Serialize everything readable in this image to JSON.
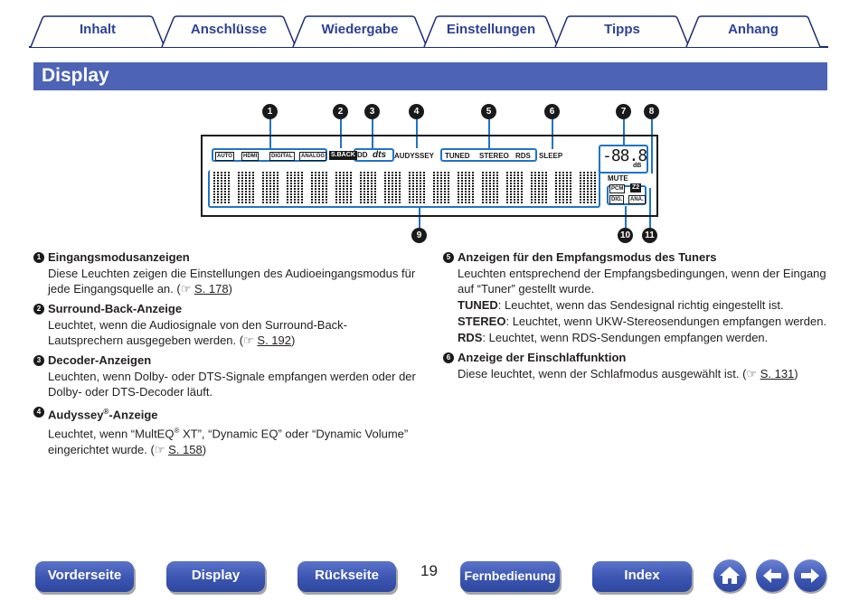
{
  "tabs": [
    {
      "label": "Inhalt"
    },
    {
      "label": "Anschlüsse"
    },
    {
      "label": "Wiedergabe"
    },
    {
      "label": "Einstellungen"
    },
    {
      "label": "Tipps"
    },
    {
      "label": "Anhang"
    }
  ],
  "section_title": "Display",
  "diagram": {
    "callouts": [
      "1",
      "2",
      "3",
      "4",
      "5",
      "6",
      "7",
      "8",
      "9",
      "10",
      "11"
    ],
    "input_labels": [
      "AUTO",
      "HDMI",
      "DIGITAL",
      "ANALOG"
    ],
    "sback": "S.BACK",
    "decoder_dolby": "DD",
    "decoder_dts": "dts",
    "audyssey": "AUDYSSEY",
    "tuner_labels": [
      "TUNED",
      "STEREO",
      "RDS"
    ],
    "sleep": "SLEEP",
    "volume_readout": "-88.8",
    "volume_unit": "dB",
    "mute": "MUTE",
    "pcm": "PCM",
    "z2": "Z2",
    "dig": "DIG.",
    "ana": "ANA."
  },
  "left_column": [
    {
      "num": "1",
      "title": "Eingangsmodusanzeigen",
      "body": "Diese Leuchten zeigen die Einstellungen des Audioeingangsmodus für jede Eingangsquelle an.",
      "ref": "S. 178"
    },
    {
      "num": "2",
      "title": "Surround-Back-Anzeige",
      "body": "Leuchtet, wenn die Audiosignale von den Surround-Back-Lautsprechern ausgegeben werden.",
      "ref": "S. 192"
    },
    {
      "num": "3",
      "title": "Decoder-Anzeigen",
      "body": "Leuchten, wenn Dolby- oder DTS-Signale empfangen werden oder der Dolby- oder DTS-Decoder läuft."
    },
    {
      "num": "4",
      "title_pre": "Audyssey",
      "title_sup": "®",
      "title_post": "-Anzeige",
      "body_pre": "Leuchtet, wenn “MultEQ",
      "body_sup": "®",
      "body_post": " XT”, “Dynamic EQ” oder “Dynamic Volume” eingerichtet wurde.",
      "ref": "S. 158"
    }
  ],
  "right_column": [
    {
      "num": "5",
      "title": "Anzeigen für den Empfangsmodus des Tuners",
      "body": "Leuchten entsprechend der Empfangsbedingungen, wenn der Eingang auf “Tuner” gestellt wurde.",
      "subs": [
        {
          "term": "TUNED",
          "text": ": Leuchtet, wenn das Sendesignal richtig eingestellt ist."
        },
        {
          "term": "STEREO",
          "text": ": Leuchtet, wenn UKW-Stereosendungen empfangen werden."
        },
        {
          "term": "RDS",
          "text": ": Leuchtet, wenn RDS-Sendungen empfangen werden."
        }
      ]
    },
    {
      "num": "6",
      "title": "Anzeige der Einschlaffunktion",
      "body": "Diese leuchtet, wenn der Schlafmodus ausgewählt ist.",
      "ref": "S. 131"
    }
  ],
  "bottom_nav": {
    "buttons": [
      "Vorderseite",
      "Display",
      "Rückseite",
      "Fernbedienung",
      "Index"
    ],
    "page_number": "19",
    "home_icon": "home-icon",
    "back_icon": "arrow-left-icon",
    "forward_icon": "arrow-right-icon"
  },
  "colors": {
    "brand_blue": "#4c63b6",
    "tab_text": "#2d4295",
    "highlight_blue": "#1f74c7"
  }
}
